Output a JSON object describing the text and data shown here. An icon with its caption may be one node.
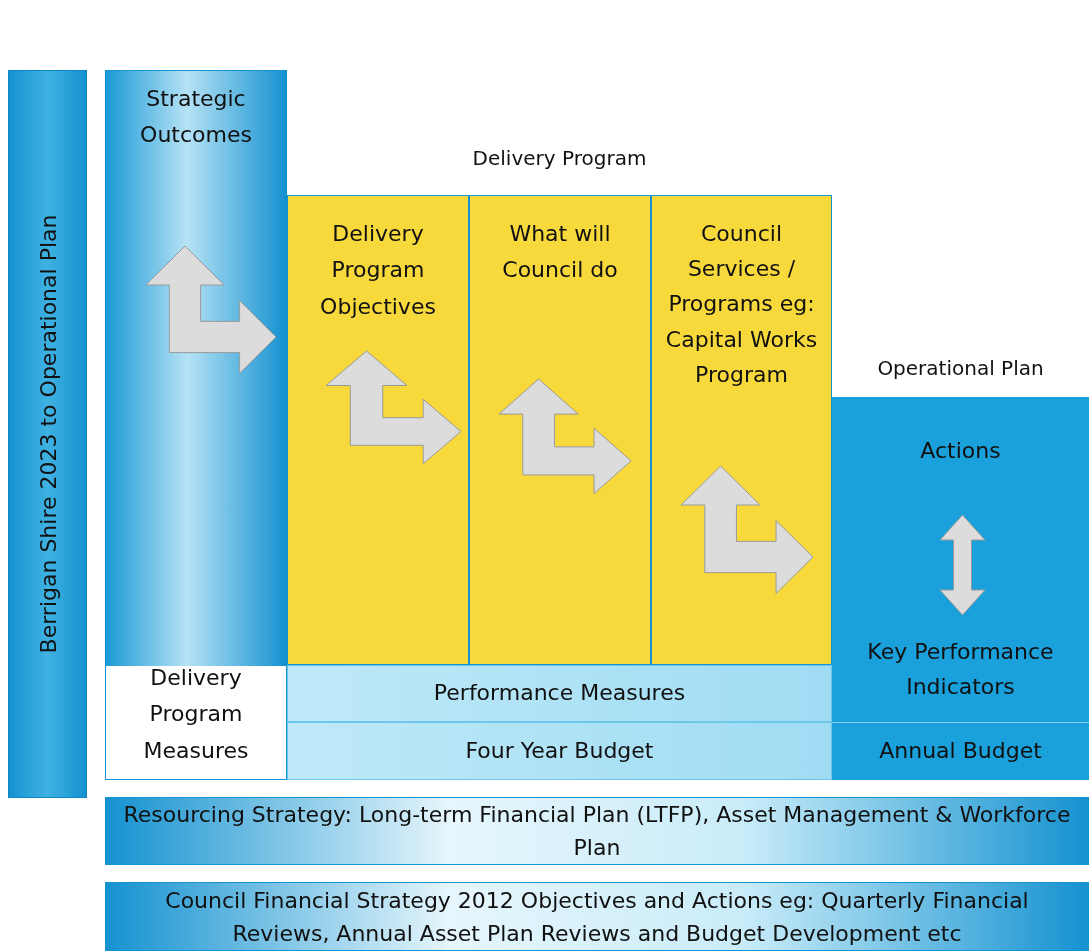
{
  "diagram": {
    "nodes": [
      {
        "text": [
          "Berrigan Shire 2023 to Operational Plan"
        ]
      },
      {
        "text": [
          "Strategic Outcomes",
          "Delivery Program Measures"
        ]
      },
      {
        "text": [
          "Delivery Program"
        ]
      },
      {
        "text": [
          "Delivery Program Objectives"
        ],
        "in": 2
      },
      {
        "text": [
          "What will Council do"
        ],
        "in": 2
      },
      {
        "text": [
          "Council Services / Programs eg: Capital Works Program"
        ],
        "in": 2
      },
      {
        "text": [
          "Performance Measures"
        ],
        "in": 2
      },
      {
        "text": [
          "Four Year Budget"
        ],
        "in": 2
      },
      {
        "text": [
          "Operational Plan"
        ]
      },
      {
        "text": [
          "Actions",
          "Key Performance Indicators"
        ],
        "in": 8
      },
      {
        "text": [
          "Annual Budget"
        ],
        "in": 8
      },
      {
        "text": [
          "Resourcing Strategy: Long-term Financial Plan (LTFP), Asset Management & Workforce Plan"
        ]
      },
      {
        "text": [
          "Council Financial Strategy 2012 Objectives and Actions eg: Quarterly Financial Reviews, Annual Asset Plan Reviews and Budget Development etc"
        ]
      }
    ]
  }
}
